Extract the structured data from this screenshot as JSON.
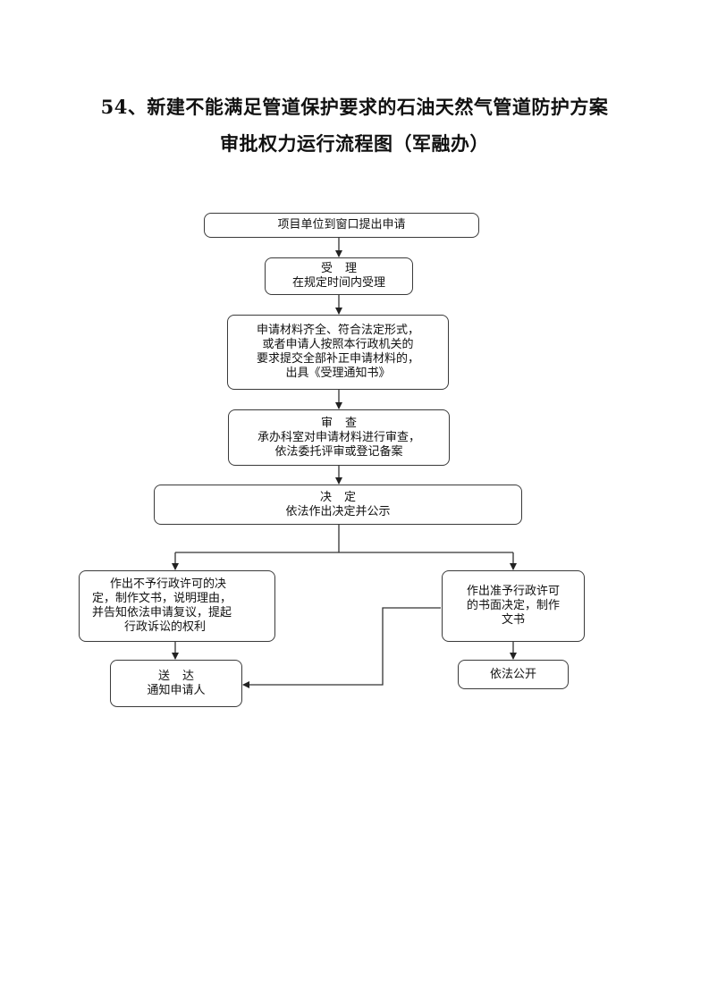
{
  "title": {
    "line1": "54、新建不能满足管道保护要求的石油天然气管道防护方案",
    "line2": "审批权力运行流程图（军融办）"
  },
  "nodes": {
    "apply": {
      "text": "项目单位到窗口提出申请"
    },
    "accept": {
      "head": "受理",
      "text": "在规定时间内受理"
    },
    "materials": {
      "lines": [
        "申请材料齐全、符合法定形式，",
        "或者申请人按照本行政机关的",
        "要求提交全部补正申请材料的，",
        "出具《受理通知书》"
      ]
    },
    "review": {
      "head": "审查",
      "lines": [
        "承办科室对申请材料进行审查，",
        "依法委托评审或登记备案"
      ]
    },
    "decision": {
      "head": "决定",
      "text": "依法作出决定并公示"
    },
    "reject": {
      "lines": [
        "作出不予行政许可的决",
        "定，制作文书，说明理由，",
        "并告知依法申请复议，提起",
        "行政诉讼的权利"
      ]
    },
    "approve": {
      "lines": [
        "作出准予行政许可",
        "的书面决定，制作",
        "文书"
      ]
    },
    "deliver": {
      "head": "送达",
      "text": "通知申请人"
    },
    "publish": {
      "text": "依法公开"
    }
  }
}
